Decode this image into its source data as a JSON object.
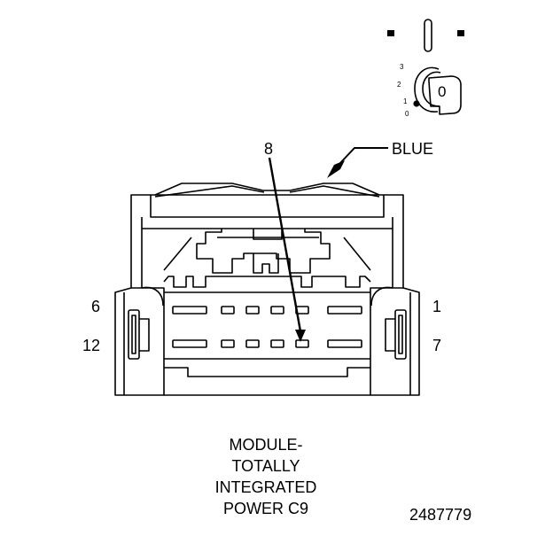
{
  "key_diagram": {
    "key_positions": [
      "3",
      "2",
      "1",
      "0"
    ],
    "key_letter": "0"
  },
  "connector": {
    "color_label": "BLUE",
    "pin_callout": "8",
    "pin_labels": {
      "top_left": "6",
      "bottom_left": "12",
      "top_right": "1",
      "bottom_right": "7"
    }
  },
  "caption": {
    "lines": [
      "MODULE-",
      "TOTALLY",
      "INTEGRATED",
      "POWER C9"
    ]
  },
  "figure_number": "2487779",
  "colors": {
    "line": "#000000",
    "background": "#ffffff"
  }
}
